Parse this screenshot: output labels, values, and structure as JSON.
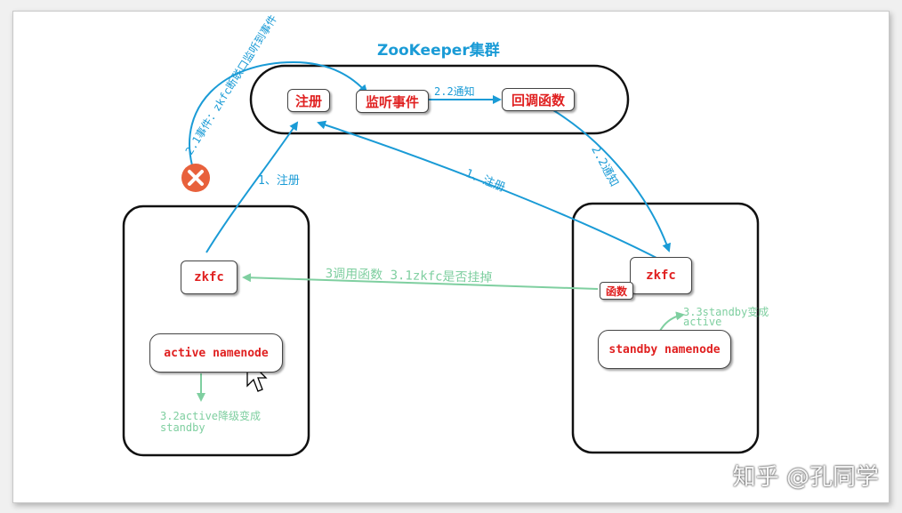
{
  "diagram": {
    "title": "ZooKeeper集群",
    "zk_nodes": {
      "register": "注册",
      "listen_event": "监听事件",
      "callback": "回调函数"
    },
    "left_node": {
      "zkfc": "zkfc",
      "namenode": "active namenode",
      "note_line1": "3.2active降级变成",
      "note_line2": "standby"
    },
    "right_node": {
      "zkfc": "zkfc",
      "function": "函数",
      "namenode": "standby namenode",
      "note_line1": "3.3standby变成",
      "note_line2": "active"
    },
    "edges": {
      "register_left": "1、注册",
      "register_right": "1、注册",
      "notify_inner": "2.2通知",
      "notify_outer": "2.2通知",
      "event_listen": "2.1事件：zkfc断联口监听到事件",
      "call_function": "3调用函数 3.1zkfc是否挂掉"
    },
    "colors": {
      "blue": "#1a9bd6",
      "green": "#7fcfa0",
      "red": "#e02020",
      "failure": "#e8613c"
    },
    "icons": [
      "failure-x-icon",
      "mouse-cursor-icon"
    ]
  },
  "watermark": "知乎 @孔同学"
}
